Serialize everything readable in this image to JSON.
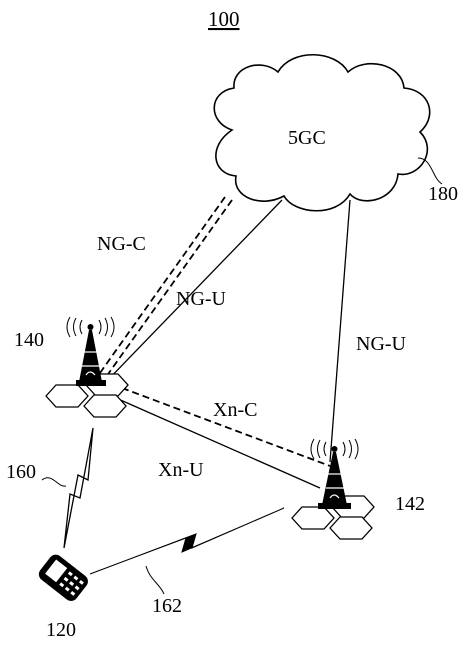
{
  "figure": {
    "title": "100"
  },
  "core": {
    "label": "5GC",
    "ref": "180"
  },
  "nodes": {
    "base_station_a": "140",
    "base_station_b": "142",
    "terminal": "120"
  },
  "interfaces": {
    "ng_c": "NG-C",
    "ng_u_a": "NG-U",
    "ng_u_b": "NG-U",
    "xn_c": "Xn-C",
    "xn_u": "Xn-U"
  },
  "radio_links": {
    "link_a": "160",
    "link_b": "162"
  }
}
